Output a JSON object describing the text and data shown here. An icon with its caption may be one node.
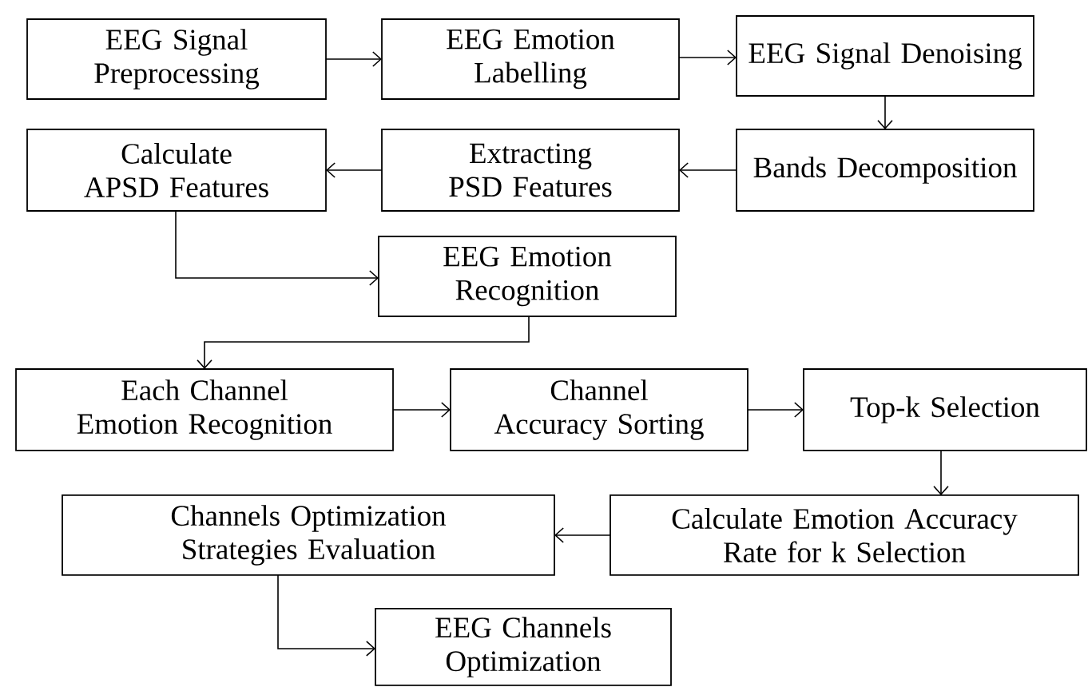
{
  "diagram": {
    "nodes": [
      {
        "text": [
          "EEG Signal Preprocessing"
        ]
      },
      {
        "text": [
          "EEG Emotion Labelling"
        ]
      },
      {
        "text": [
          "EEG Signal Denoising"
        ]
      },
      {
        "text": [
          "Calculate APSD Features"
        ]
      },
      {
        "text": [
          "Extracting PSD Features"
        ]
      },
      {
        "text": [
          "Bands Decomposition"
        ]
      },
      {
        "text": [
          "EEG Emotion Recognition"
        ]
      },
      {
        "text": [
          "Each Channel Emotion Recognition"
        ]
      },
      {
        "text": [
          "Channel Accuracy Sorting"
        ]
      },
      {
        "text": [
          "Top-k Selection"
        ]
      },
      {
        "text": [
          "Channels Optimization Strategies Evaluation"
        ]
      },
      {
        "text": [
          "Calculate Emotion Accuracy Rate for k Selection"
        ]
      },
      {
        "text": [
          "EEG Channels Optimization"
        ]
      }
    ],
    "edges": [
      {
        "from": 0,
        "to": 1,
        "arrow": "to"
      },
      {
        "from": 1,
        "to": 2,
        "arrow": "to"
      },
      {
        "from": 2,
        "to": 5,
        "arrow": "to"
      },
      {
        "from": 5,
        "to": 4,
        "arrow": "to"
      },
      {
        "from": 4,
        "to": 3,
        "arrow": "to"
      },
      {
        "from": 3,
        "to": 6,
        "arrow": "to"
      },
      {
        "from": 6,
        "to": 7,
        "arrow": "to"
      },
      {
        "from": 7,
        "to": 8,
        "arrow": "to"
      },
      {
        "from": 8,
        "to": 9,
        "arrow": "to"
      },
      {
        "from": 9,
        "to": 11,
        "arrow": "to"
      },
      {
        "from": 11,
        "to": 10,
        "arrow": "to"
      },
      {
        "from": 10,
        "to": 12,
        "arrow": "to"
      }
    ]
  }
}
